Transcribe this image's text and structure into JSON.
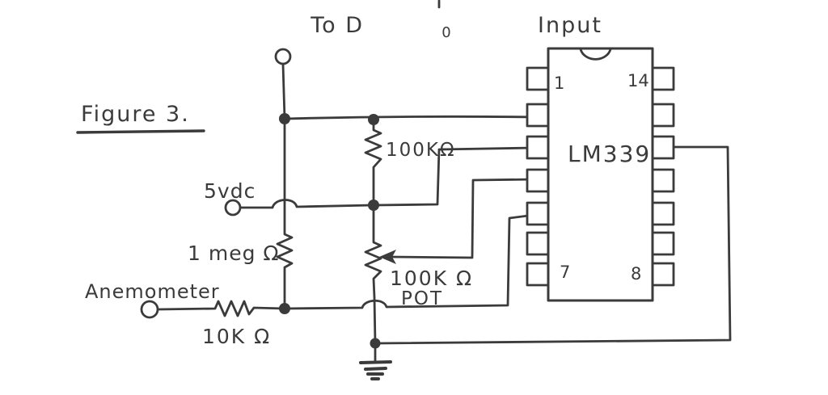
{
  "figure_label": "Figure 3.",
  "colors": {
    "ink": "#3b3b3b",
    "paper": "#ffffff"
  },
  "labels": {
    "d0_prefix": "To D",
    "d0_sub": "0",
    "d0_suffix": "Input",
    "vcc": "5vdc",
    "anemometer": "Anemometer"
  },
  "components": {
    "pullup_resistor": "100KΩ",
    "feedback_resistor": "1 meg Ω",
    "input_resistor": "10K Ω",
    "pot_value": "100K Ω",
    "pot_caption": "POT",
    "ic_name": "LM339",
    "pin_top_left": "1",
    "pin_top_right": "14",
    "pin_bottom_left": "7",
    "pin_bottom_right": "8"
  }
}
